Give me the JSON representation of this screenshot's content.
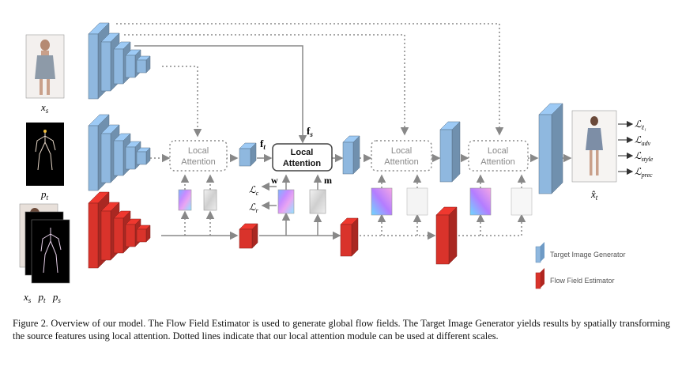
{
  "figure": {
    "module_label_line1": "Local",
    "module_label_line2": "Attention",
    "input_labels": {
      "source_image": "x",
      "source_image_sub": "s",
      "target_pose": "p",
      "target_pose_sub": "t",
      "stack_xs": "x",
      "stack_xs_sub": "s",
      "stack_pt": "p",
      "stack_pt_sub": "t",
      "stack_ps": "p",
      "stack_ps_sub": "s"
    },
    "output_label": "x̂",
    "output_label_sub": "t",
    "feature_labels": {
      "ft": "f",
      "ft_sub": "t",
      "fs": "f",
      "fs_sub": "s",
      "w": "w",
      "m": "m"
    },
    "loss_labels": [
      {
        "sym": "ℒ",
        "sub": "ℓ₁"
      },
      {
        "sym": "ℒ",
        "sub": "adv"
      },
      {
        "sym": "ℒ",
        "sub": "style"
      },
      {
        "sym": "ℒ",
        "sub": "prec"
      }
    ],
    "left_losses": [
      {
        "sym": "ℒ",
        "sub": "c"
      },
      {
        "sym": "ℒ",
        "sub": "r"
      }
    ],
    "legend": [
      {
        "label": "Target Image Generator",
        "color": "#8fb8df"
      },
      {
        "label": "Flow Field Estimator",
        "color": "#d9332b"
      }
    ],
    "colors": {
      "blue": "#8fb8df",
      "red": "#d9332b",
      "arrow": "#888888"
    }
  },
  "caption": {
    "text": "Figure 2. Overview of our model. The Flow Field Estimator is used to generate global flow fields. The Target Image Generator yields results by spatially transforming the source features using local attention. Dotted lines indicate that our local attention module can be used at different scales."
  }
}
